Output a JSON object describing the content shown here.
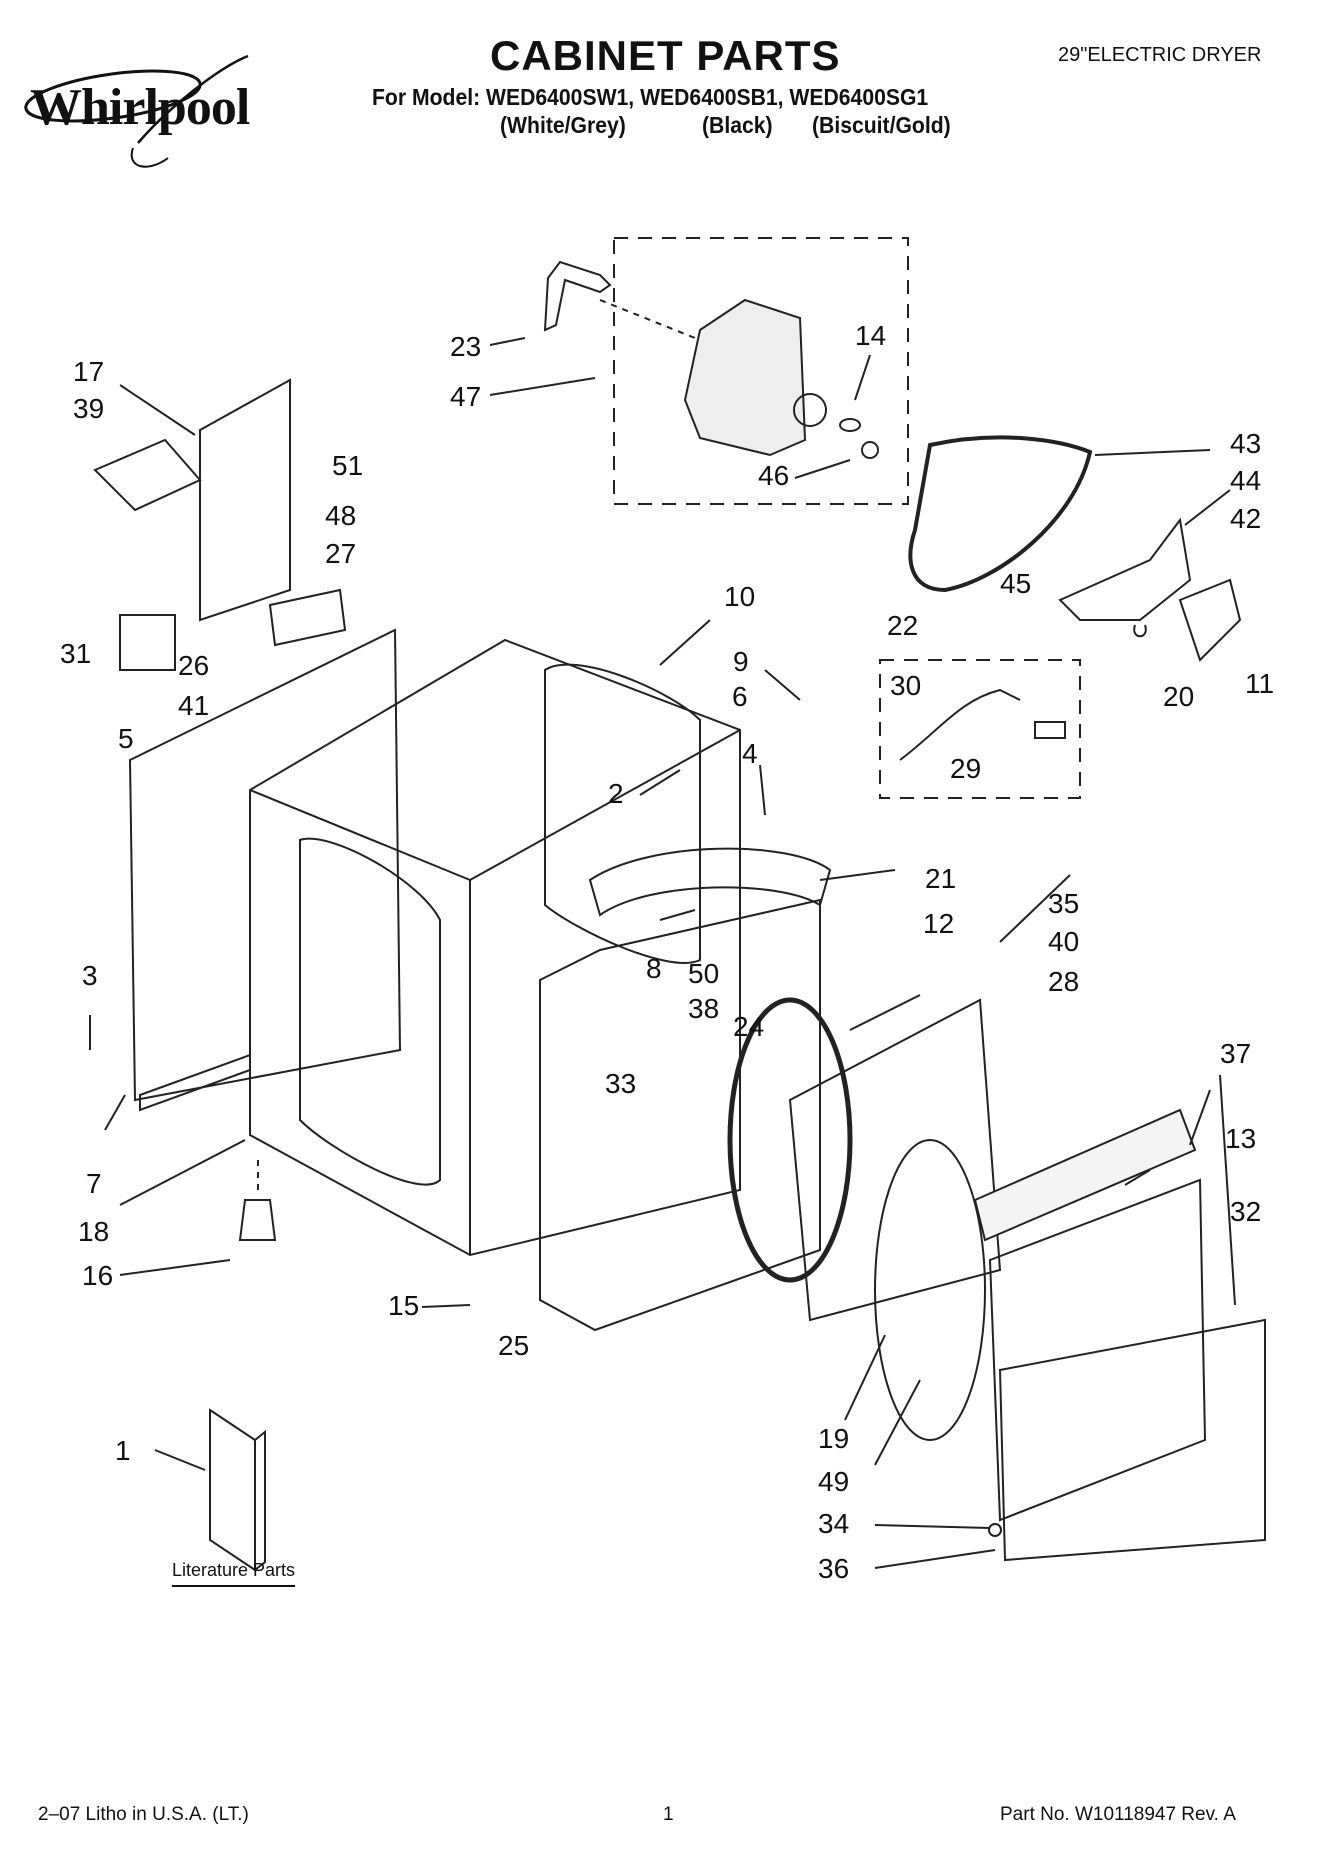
{
  "header": {
    "brand": "Whirlpool",
    "title": "CABINET PARTS",
    "product": "29\"ELECTRIC DRYER",
    "models_line": "For Model: WED6400SW1, WED6400SB1, WED6400SG1",
    "variants": [
      "(White/Grey)",
      "(Black)",
      "(Biscuit/Gold)"
    ]
  },
  "literature_caption": "Literature Parts",
  "callouts": [
    "1",
    "2",
    "3",
    "4",
    "5",
    "6",
    "7",
    "8",
    "9",
    "10",
    "11",
    "12",
    "13",
    "14",
    "15",
    "16",
    "17",
    "18",
    "19",
    "20",
    "21",
    "22",
    "23",
    "24",
    "25",
    "26",
    "27",
    "28",
    "29",
    "30",
    "31",
    "32",
    "33",
    "34",
    "35",
    "36",
    "37",
    "38",
    "39",
    "40",
    "41",
    "42",
    "43",
    "44",
    "45",
    "46",
    "47",
    "48",
    "49",
    "50",
    "51"
  ],
  "footer": {
    "printing": "2–07 Litho in U.S.A. (LT.)",
    "page": "1",
    "part_number": "Part No. W10118947 Rev. A"
  }
}
